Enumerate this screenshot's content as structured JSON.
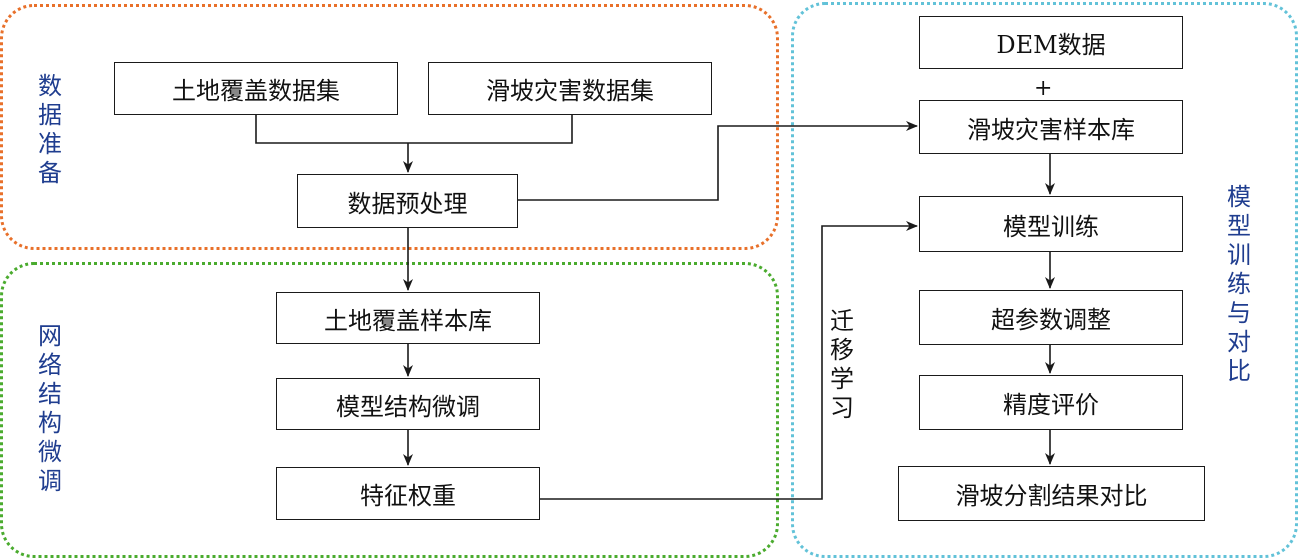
{
  "colors": {
    "data_prep": "#e8702a",
    "fine_tune": "#4aab2e",
    "model": "#62c2d8",
    "label_blue": "#1f3d8f",
    "line": "#1a1a1a"
  },
  "regions": {
    "data_prep": {
      "label": "数据准备"
    },
    "fine_tune": {
      "label": "网络结构微调"
    },
    "model": {
      "label": "模型训练与对比"
    }
  },
  "boxes": {
    "land_cover_dataset": "土地覆盖数据集",
    "landslide_dataset": "滑坡灾害数据集",
    "preprocess": "数据预处理",
    "land_cover_samples": "土地覆盖样本库",
    "structure_finetune": "模型结构微调",
    "feature_weights": "特征权重",
    "dem": "DEM数据",
    "landslide_samples": "滑坡灾害样本库",
    "training": "模型训练",
    "hyperparam": "超参数调整",
    "accuracy": "精度评价",
    "comparison": "滑坡分割结果对比"
  },
  "plus_sign": "+",
  "transfer_label": "迁移学习"
}
